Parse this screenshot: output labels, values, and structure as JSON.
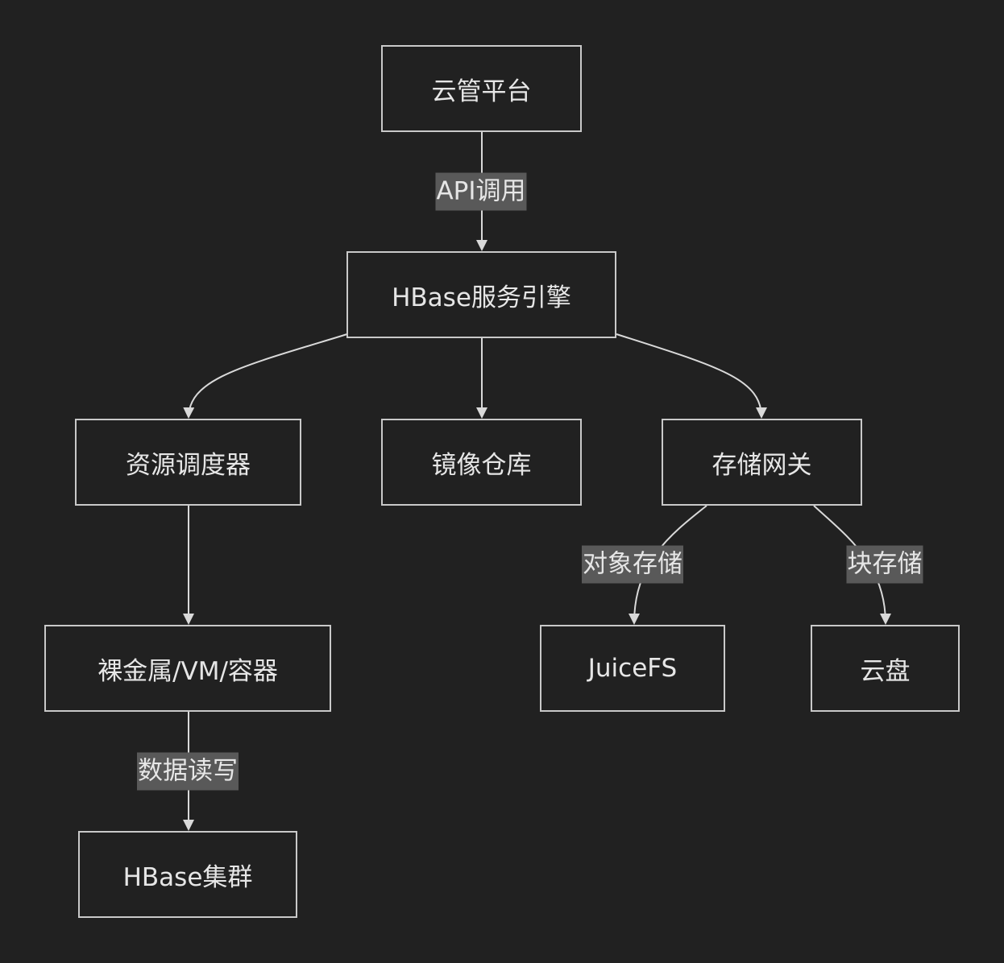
{
  "colors": {
    "background": "#212121",
    "node_border": "#c9c9c9",
    "edge": "#d9d9d9",
    "label_bg": "#595959",
    "text": "#e6e6e6"
  },
  "nodes": {
    "cloud_platform": "云管平台",
    "hbase_engine": "HBase服务引擎",
    "scheduler": "资源调度器",
    "image_repo": "镜像仓库",
    "storage_gateway": "存储网关",
    "compute": "裸金属/VM/容器",
    "juicefs": "JuiceFS",
    "cloud_disk": "云盘",
    "hbase_cluster": "HBase集群"
  },
  "edges": {
    "api_call": "API调用",
    "object_storage": "对象存储",
    "block_storage": "块存储",
    "data_rw": "数据读写"
  }
}
